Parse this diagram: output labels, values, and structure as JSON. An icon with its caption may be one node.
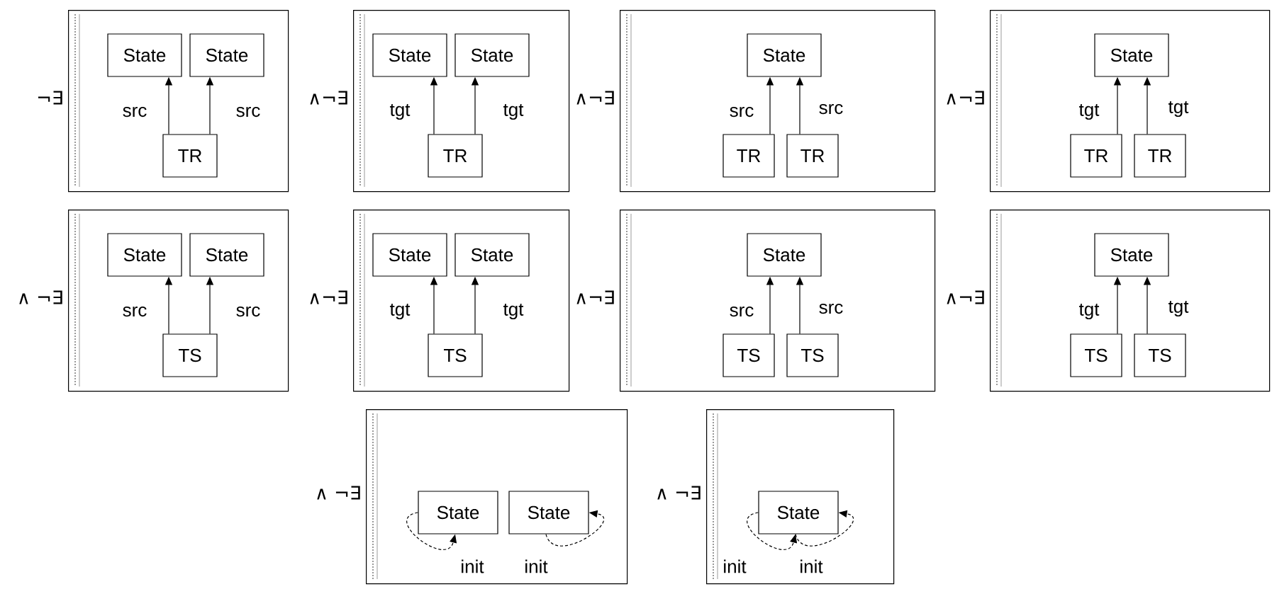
{
  "diagram": {
    "nodes": [
      {
        "text": [],
        "shape": "box",
        "beside": [
          "¬∃"
        ]
      },
      {
        "text": [
          "State"
        ],
        "in": 0
      },
      {
        "text": [
          "State"
        ],
        "in": 0
      },
      {
        "text": [
          "TR"
        ],
        "in": 0
      },
      {
        "text": [],
        "shape": "box",
        "beside": [
          "∧¬∃"
        ]
      },
      {
        "text": [
          "State"
        ],
        "in": 4
      },
      {
        "text": [
          "State"
        ],
        "in": 4
      },
      {
        "text": [
          "TR"
        ],
        "in": 4
      },
      {
        "text": [],
        "shape": "box",
        "beside": [
          "∧¬∃"
        ]
      },
      {
        "text": [
          "State"
        ],
        "in": 8
      },
      {
        "text": [
          "TR"
        ],
        "in": 8
      },
      {
        "text": [
          "TR"
        ],
        "in": 8
      },
      {
        "text": [],
        "shape": "box",
        "beside": [
          "∧¬∃"
        ]
      },
      {
        "text": [
          "State"
        ],
        "in": 12
      },
      {
        "text": [
          "TR"
        ],
        "in": 12
      },
      {
        "text": [
          "TR"
        ],
        "in": 12
      },
      {
        "text": [],
        "shape": "box",
        "beside": [
          "∧ ¬∃"
        ]
      },
      {
        "text": [
          "State"
        ],
        "in": 16
      },
      {
        "text": [
          "State"
        ],
        "in": 16
      },
      {
        "text": [
          "TS"
        ],
        "in": 16
      },
      {
        "text": [],
        "shape": "box",
        "beside": [
          "∧¬∃"
        ]
      },
      {
        "text": [
          "State"
        ],
        "in": 20
      },
      {
        "text": [
          "State"
        ],
        "in": 20
      },
      {
        "text": [
          "TS"
        ],
        "in": 20
      },
      {
        "text": [],
        "shape": "box",
        "beside": [
          "∧¬∃"
        ]
      },
      {
        "text": [
          "State"
        ],
        "in": 24
      },
      {
        "text": [
          "TS"
        ],
        "in": 24
      },
      {
        "text": [
          "TS"
        ],
        "in": 24
      },
      {
        "text": [],
        "shape": "box",
        "beside": [
          "∧¬∃"
        ]
      },
      {
        "text": [
          "State"
        ],
        "in": 28
      },
      {
        "text": [
          "TS"
        ],
        "in": 28
      },
      {
        "text": [
          "TS"
        ],
        "in": 28
      },
      {
        "text": [],
        "shape": "box",
        "beside": [
          "∧ ¬∃"
        ]
      },
      {
        "text": [
          "State"
        ],
        "in": 32
      },
      {
        "text": [
          "State"
        ],
        "in": 32
      },
      {
        "text": [],
        "shape": "box",
        "beside": [
          "∧ ¬∃"
        ]
      },
      {
        "text": [
          "State"
        ],
        "in": 35
      }
    ],
    "edges": [
      {
        "from": 3,
        "to": 1,
        "arrow": "to",
        "label": "src"
      },
      {
        "from": 3,
        "to": 2,
        "arrow": "to",
        "label": "src"
      },
      {
        "from": 7,
        "to": 5,
        "arrow": "to",
        "label": "tgt"
      },
      {
        "from": 7,
        "to": 6,
        "arrow": "to",
        "label": "tgt"
      },
      {
        "from": 10,
        "to": 9,
        "arrow": "to",
        "label": "src"
      },
      {
        "from": 11,
        "to": 9,
        "arrow": "to",
        "label": "src"
      },
      {
        "from": 14,
        "to": 13,
        "arrow": "to",
        "label": "tgt"
      },
      {
        "from": 15,
        "to": 13,
        "arrow": "to",
        "label": "tgt"
      },
      {
        "from": 19,
        "to": 17,
        "arrow": "to",
        "label": "src"
      },
      {
        "from": 19,
        "to": 18,
        "arrow": "to",
        "label": "src"
      },
      {
        "from": 23,
        "to": 21,
        "arrow": "to",
        "label": "tgt"
      },
      {
        "from": 23,
        "to": 22,
        "arrow": "to",
        "label": "tgt"
      },
      {
        "from": 26,
        "to": 25,
        "arrow": "to",
        "label": "src"
      },
      {
        "from": 27,
        "to": 25,
        "arrow": "to",
        "label": "src"
      },
      {
        "from": 30,
        "to": 29,
        "arrow": "to",
        "label": "tgt"
      },
      {
        "from": 31,
        "to": 29,
        "arrow": "to",
        "label": "tgt"
      },
      {
        "from": 33,
        "to": 33,
        "arrow": "to",
        "label": "init",
        "style": "dashed"
      },
      {
        "from": 34,
        "to": 34,
        "arrow": "to",
        "label": "init",
        "style": "dashed"
      },
      {
        "from": 36,
        "to": 36,
        "arrow": "to",
        "label": "init",
        "style": "dashed"
      },
      {
        "from": 36,
        "to": 36,
        "arrow": "to",
        "label": "init",
        "style": "dashed"
      }
    ]
  }
}
